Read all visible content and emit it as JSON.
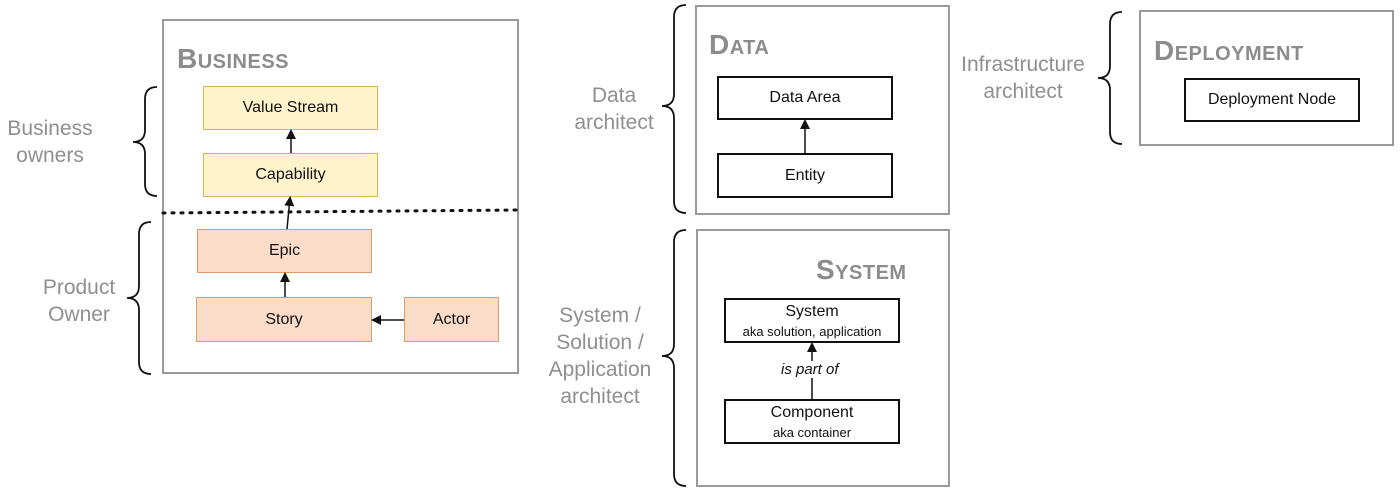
{
  "panels": {
    "business": {
      "title": "Business",
      "nodes": {
        "value_stream": "Value Stream",
        "capability": "Capability",
        "epic": "Epic",
        "story": "Story",
        "actor": "Actor"
      }
    },
    "data": {
      "title": "Data",
      "nodes": {
        "data_area": "Data Area",
        "entity": "Entity"
      }
    },
    "system": {
      "title": "System",
      "nodes": {
        "system": {
          "label": "System",
          "sub": "aka solution, application"
        },
        "component": {
          "label": "Component",
          "sub": "aka container"
        }
      },
      "edge_label": "is part of"
    },
    "deployment": {
      "title": "Deployment",
      "nodes": {
        "deployment_node": "Deployment Node"
      }
    }
  },
  "roles": {
    "business_owners": "Business\nowners",
    "product_owner": "Product\nOwner",
    "data_architect": "Data\narchitect",
    "system_architect": "System /\nSolution /\nApplication\narchitect",
    "infrastructure_architect": "Infrastructure\narchitect"
  },
  "colors": {
    "panel_border": "#9a9a9a",
    "title": "#8c8c8c",
    "role_text": "#8f8f8f",
    "yellow_fill": "#fff3cc",
    "yellow_border": "#d6b656",
    "orange_fill": "#fbdcc8",
    "orange_border": "#dc9b67"
  }
}
